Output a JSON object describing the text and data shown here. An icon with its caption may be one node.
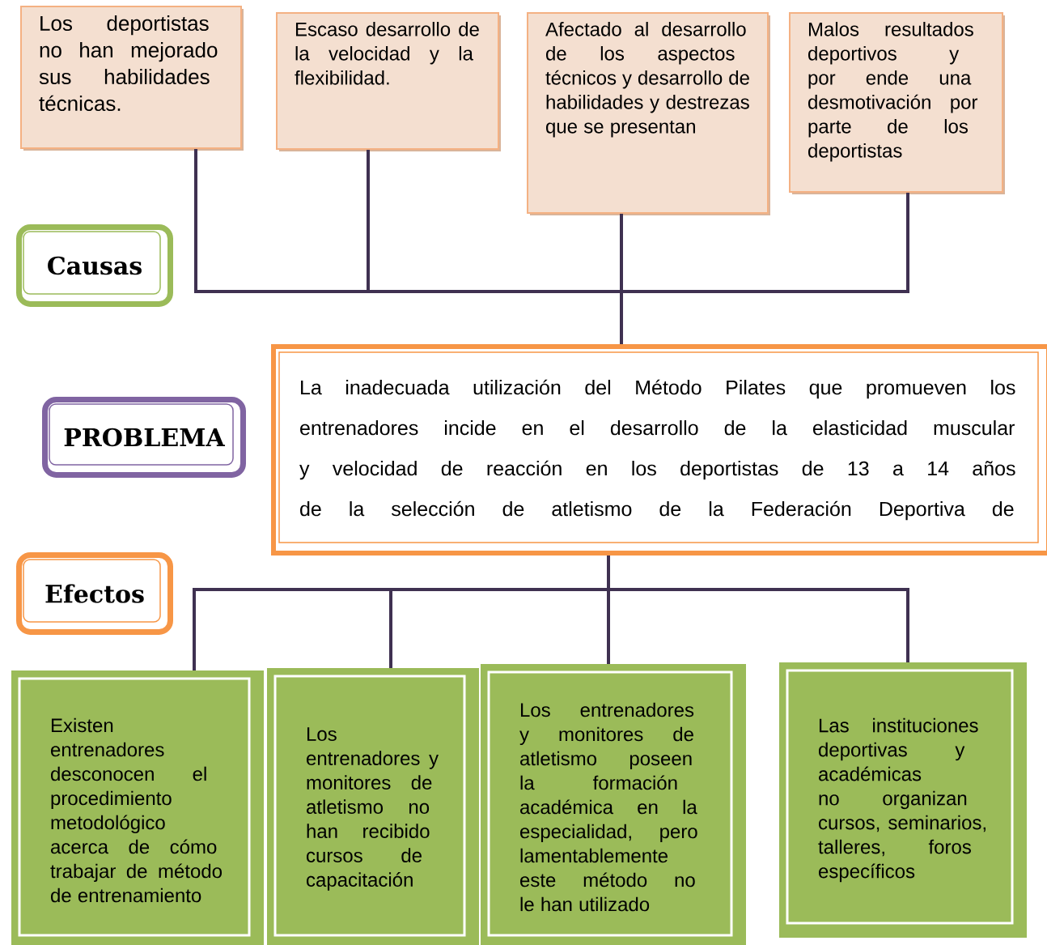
{
  "diagram": {
    "nodes": [
      {
        "text": [
          "Los deportistas no han mejorado sus habilidades técnicas."
        ]
      },
      {
        "text": [
          "Escaso desarrollo de la velocidad y la flexibilidad."
        ]
      },
      {
        "text": [
          "Afectado al desarrollo de los aspectos técnicos y desarrollo de habilidades y destrezas que se presentan"
        ]
      },
      {
        "text": [
          "Malos resultados deportivos y por ende una desmotivación por parte de los deportistas"
        ]
      },
      {
        "text": [
          "Causas"
        ]
      },
      {
        "text": [
          "PROBLEMA"
        ]
      },
      {
        "text": [
          "La inadecuada utilización del Método  Pilates que promueven los entrenadores incide en el desarrollo de la elasticidad muscular  y velocidad de reacción en los deportistas  de 13 a 14 años de la selección de atletismo de la Federación Deportiva de"
        ]
      },
      {
        "text": [
          "Efectos"
        ]
      },
      {
        "text": [
          "Existen entrenadores desconocen el procedimiento metodológico acerca de cómo trabajar de método de entrenamiento"
        ]
      },
      {
        "text": [
          "Los entrenadores y monitores de atletismo no han recibido cursos de capacitación"
        ]
      },
      {
        "text": [
          "Los entrenadores y monitores de atletismo poseen la formación académica en la especialidad, pero lamentablemente este método no le han utilizado"
        ]
      },
      {
        "text": [
          "Las instituciones deportivas y académicas no organizan cursos, seminarios, talleres, foros específicos"
        ]
      }
    ],
    "edges": [
      {
        "from": 0,
        "to": 6,
        "arrow": "none"
      },
      {
        "from": 1,
        "to": 6,
        "arrow": "none"
      },
      {
        "from": 2,
        "to": 6,
        "arrow": "none"
      },
      {
        "from": 3,
        "to": 6,
        "arrow": "none"
      },
      {
        "from": 6,
        "to": 8,
        "arrow": "none"
      },
      {
        "from": 6,
        "to": 9,
        "arrow": "none"
      },
      {
        "from": 6,
        "to": 10,
        "arrow": "none"
      },
      {
        "from": 6,
        "to": 11,
        "arrow": "none"
      }
    ]
  }
}
